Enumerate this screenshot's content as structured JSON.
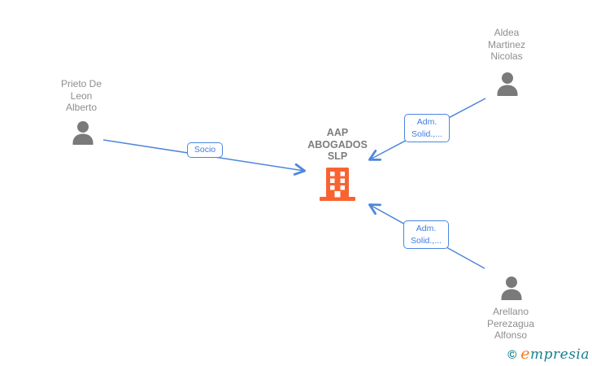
{
  "diagram": {
    "type": "company-relations-graph",
    "company": {
      "name": "AAP ABOGADOS SLP",
      "lines": [
        "AAP",
        "ABOGADOS",
        "SLP"
      ]
    },
    "persons": {
      "prieto": {
        "name": "Prieto De Leon Alberto",
        "lines": [
          "Prieto De",
          "Leon",
          "Alberto"
        ]
      },
      "aldea": {
        "name": "Aldea Martinez Nicolas",
        "lines": [
          "Aldea",
          "Martinez",
          "Nicolas"
        ]
      },
      "arellano": {
        "name": "Arellano Perezagua Alfonso",
        "lines": [
          "Arellano",
          "Perezagua",
          "Alfonso"
        ]
      }
    },
    "edges": {
      "socio": {
        "label": "Socio"
      },
      "adm1": {
        "label": "Adm. Solid.,...",
        "lines": [
          "Adm.",
          "Solid.,..."
        ]
      },
      "adm2": {
        "label": "Adm. Solid.,...",
        "lines": [
          "Adm.",
          "Solid.,..."
        ]
      }
    }
  },
  "colors": {
    "edge_blue": "#4e86db",
    "label_blue": "#3f7de0",
    "node_gray": "#8e8e8e",
    "icon_gray": "#7a7a7a",
    "building_orange": "#f96332",
    "logo_teal": "#167f8f",
    "logo_orange": "#ef7d1a"
  },
  "footer": {
    "copyright": "©",
    "brand_first": "e",
    "brand_rest": "mpresia"
  }
}
